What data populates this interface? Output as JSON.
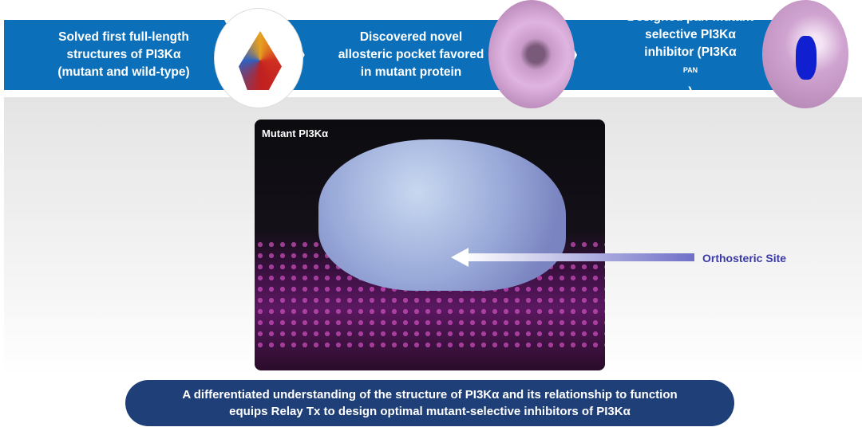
{
  "steps": [
    {
      "line1": "Solved first full-length",
      "line2": "structures of PI3Kα",
      "line3": "(mutant and wild-type)"
    },
    {
      "line1": "Discovered novel",
      "line2": "allosteric pocket favored",
      "line3": "in mutant protein"
    },
    {
      "line1": "Designed pan-mutant",
      "line2": "selective PI3Kα",
      "line3": "inhibitor (PI3Kα",
      "sup": "PAN",
      "close": ")"
    }
  ],
  "figure": {
    "title": "Mutant PI3Kα",
    "callout": "Orthosteric Site"
  },
  "summary": {
    "line1": "A differentiated understanding of the structure of PI3Kα and its relationship to function",
    "line2": "equips Relay Tx to design optimal mutant-selective inhibitors of PI3Kα"
  },
  "colors": {
    "banner": "#0b6fba",
    "pill": "#1f3f78",
    "callout": "#3a3aa8"
  }
}
